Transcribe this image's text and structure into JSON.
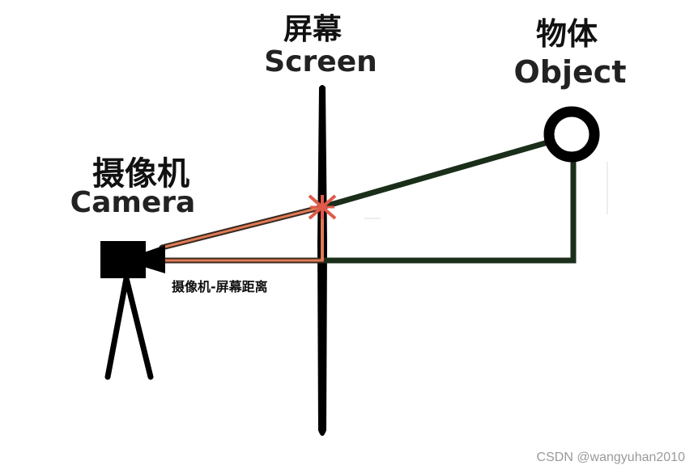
{
  "camera": {
    "label_cn": "摄像机",
    "label_en": "Camera"
  },
  "screen": {
    "label_cn": "屏幕",
    "label_en": "Screen"
  },
  "object": {
    "label_cn": "物体",
    "label_en": "Object"
  },
  "distance_label": "摄像机-屏幕距离",
  "watermark": "CSDN @wangyuhan2010",
  "colors": {
    "screen": "#000000",
    "camera": "#000000",
    "object_path": "#1a2e1a",
    "camera_path": "#e07a55",
    "intersection": "#e05a4a"
  }
}
